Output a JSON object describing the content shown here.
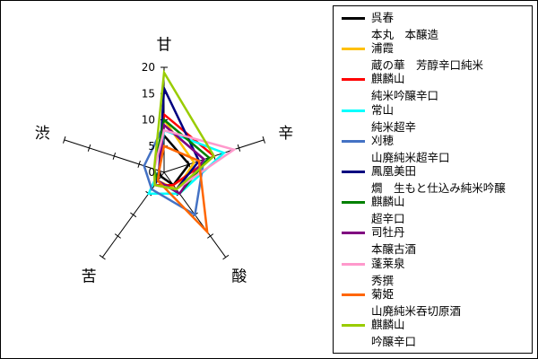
{
  "chart_data": {
    "type": "radar",
    "axes": [
      "甘",
      "辛",
      "酸",
      "苦",
      "渋"
    ],
    "axis_range": [
      0,
      20
    ],
    "tick_labels": [
      "0",
      "5",
      "10",
      "15",
      "20"
    ],
    "series": [
      {
        "name": "呉春",
        "subname": "本丸　本醸造",
        "color": "#000000",
        "values": [
          7,
          5,
          3,
          1,
          1
        ]
      },
      {
        "name": "浦霞",
        "subname": "蔵の華　芳醇辛口純米",
        "color": "#ffc000",
        "values": [
          10,
          6,
          4,
          2,
          2
        ]
      },
      {
        "name": "麒麟山",
        "subname": "純米吟醸辛口",
        "color": "#ff0000",
        "values": [
          11,
          10,
          3,
          3,
          1
        ]
      },
      {
        "name": "常山",
        "subname": "純米超辛",
        "color": "#00ffff",
        "values": [
          8,
          12,
          5,
          5,
          1
        ]
      },
      {
        "name": "刈穂",
        "subname": "山廃純米超辛口",
        "color": "#4472c4",
        "values": [
          9,
          8,
          10,
          4,
          4
        ]
      },
      {
        "name": "鳳凰美田",
        "subname": "燗　生もと仕込み純米吟醸",
        "color": "#000080",
        "values": [
          16,
          7,
          4,
          3,
          1
        ]
      },
      {
        "name": "麒麟山",
        "subname": "超辛口",
        "color": "#008000",
        "values": [
          10,
          9,
          5,
          2,
          2
        ]
      },
      {
        "name": "司牡丹",
        "subname": "本醸古酒",
        "color": "#800080",
        "values": [
          9,
          8,
          5,
          2,
          1
        ]
      },
      {
        "name": "蓬莱泉",
        "subname": "秀撰",
        "color": "#ff99cc",
        "values": [
          8,
          14,
          4,
          3,
          2
        ]
      },
      {
        "name": "菊姫",
        "subname": "山廃純米吞切原酒",
        "color": "#ff6600",
        "values": [
          5,
          7,
          14,
          2,
          1
        ]
      },
      {
        "name": "麒麟山",
        "subname": "吟醸辛口",
        "color": "#99cc00",
        "values": [
          19,
          10,
          4,
          3,
          2
        ]
      }
    ]
  }
}
